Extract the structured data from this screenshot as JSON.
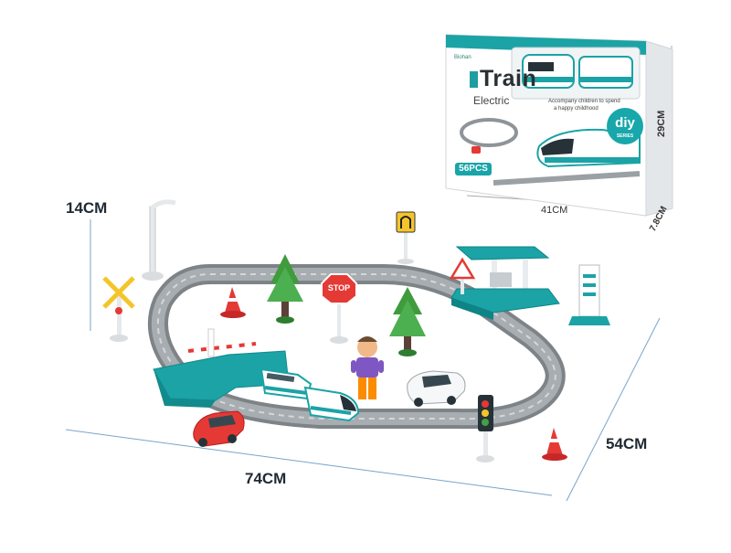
{
  "dimensions": {
    "height_label": "14CM",
    "length_label": "74CM",
    "depth_label": "54CM",
    "box_width_label": "41CM",
    "box_height_label": "29CM",
    "box_depth_label": "7.8CM"
  },
  "package": {
    "brand": "Biohan",
    "title": "Train",
    "subtitle": "Electric",
    "tagline_line1": "Accompany children to spend",
    "tagline_line2": "a happy childhood",
    "piece_count": "56PCS",
    "badge_main": "diy",
    "badge_sub": "SERIES"
  },
  "signs": {
    "stop_text": "STOP"
  },
  "colors": {
    "teal": "#1ba3a6",
    "track_gray": "#8e9499",
    "cone_red": "#e53935",
    "tree_green": "#3f9b3c"
  }
}
